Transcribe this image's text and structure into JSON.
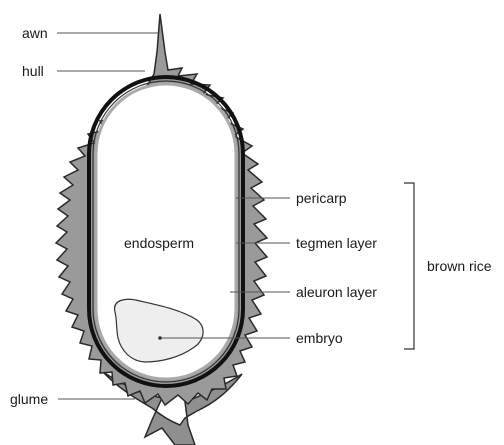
{
  "diagram": {
    "labels": {
      "awn": "awn",
      "hull": "hull",
      "endosperm": "endosperm",
      "pericarp": "pericarp",
      "tegmen": "tegmen layer",
      "aleuron": "aleuron layer",
      "embryo": "embryo",
      "glume": "glume",
      "brown_rice": "brown rice"
    },
    "colors": {
      "hull": "#9a9a9a",
      "outline": "#2a2a2a",
      "pericarp": "#111111",
      "aleuron": "#aaaaaa",
      "endosperm": "#ffffff",
      "embryo": "#eeeeee",
      "glume": "#8f8f8f"
    }
  }
}
